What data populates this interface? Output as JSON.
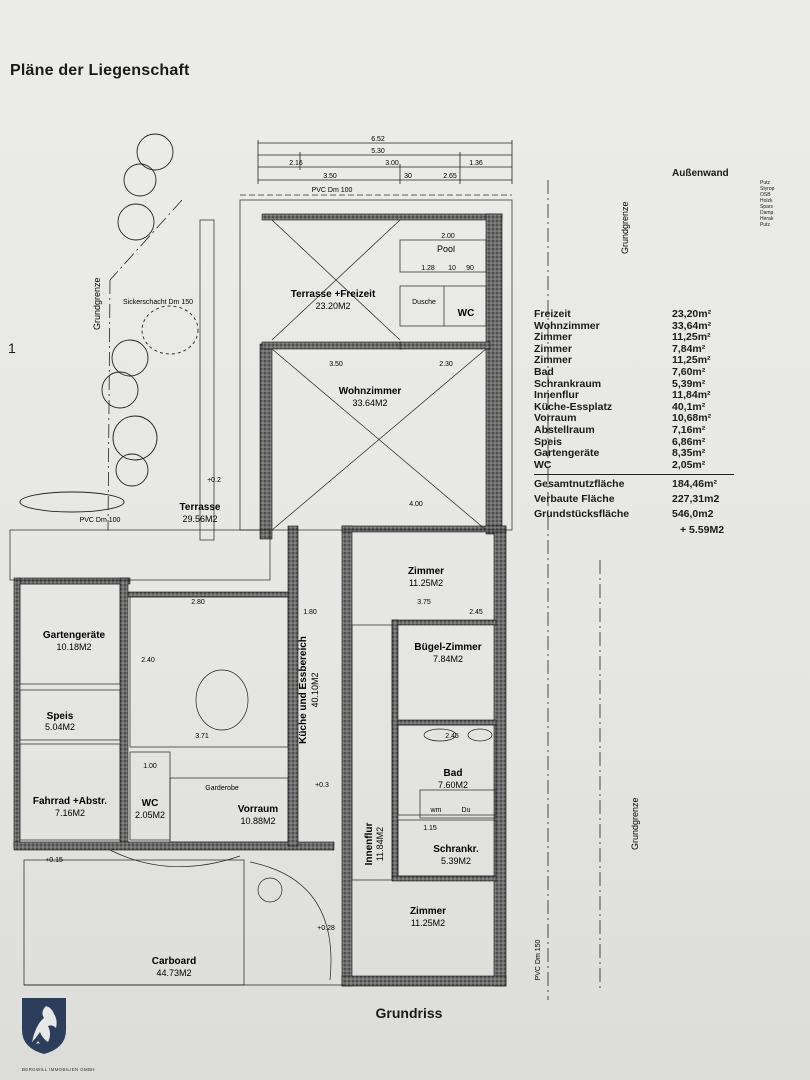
{
  "page": {
    "title": "Pläne der Liegenschaft",
    "margin_mark": "1",
    "caption": "Grundriss"
  },
  "legend": {
    "heading": "Außenwand",
    "items": [
      "Putz",
      "Styrop",
      "OSB",
      "Holzk",
      "Spars",
      "Damp",
      "Herak",
      "Putz"
    ]
  },
  "rooms": [
    {
      "name": "Terrasse +Freizeit",
      "area": "23.20M2"
    },
    {
      "name": "Wohnzimmer",
      "area": "33.64M2"
    },
    {
      "name": "Terrasse",
      "area": "29.56M2"
    },
    {
      "name": "Zimmer",
      "area": "11.25M2"
    },
    {
      "name": "Gartengeräte",
      "area": "10.18M2"
    },
    {
      "name": "Bügel-Zimmer",
      "area": "7.84M2"
    },
    {
      "name": "Speis",
      "area": "5.04M2"
    },
    {
      "name": "Küche und Essbereich",
      "area": "40.10M2"
    },
    {
      "name": "Bad",
      "area": "7.60M2"
    },
    {
      "name": "Fahrrad +Abstr.",
      "area": "7.16M2"
    },
    {
      "name": "WC",
      "area": "2.05M2"
    },
    {
      "name": "Vorraum",
      "area": "10.88M2"
    },
    {
      "name": "Innenflur",
      "area": "11.84M2"
    },
    {
      "name": "Schrankr.",
      "area": "5.39M2"
    },
    {
      "name": "Zimmer",
      "area": "11.25M2"
    },
    {
      "name": "Carboard",
      "area": "44.73M2"
    }
  ],
  "small_labels": {
    "pool": "Pool",
    "dusche": "Dusche",
    "wc": "WC",
    "garderobe": "Garderobe",
    "wm": "wm",
    "du": "Du",
    "grundgrenze": "Grundgrenze",
    "sickerschacht": "Sickerschacht Dm 150",
    "pvc_top": "PVC Dm 100",
    "pvc_left": "PVC Dm 100",
    "pvc_bottom": "PVC Dm 150",
    "dim_top_1": "6.52",
    "dim_top_2": "5.30",
    "dim_top_3": "2.16",
    "dim_top_4": "3.00",
    "dim_top_5": "1.36",
    "dim_top_6": "3.50",
    "dim_top_7": "30",
    "dim_top_8": "2.65",
    "dim_wohn_1": "3.50",
    "dim_wohn_2": "2.30",
    "dim_wohn_3": "4.00",
    "dim_pool_1": "2.00",
    "dim_pool_2": "1.28",
    "dim_pool_3": "10",
    "dim_pool_4": "90",
    "dim_zim_1": "3.75",
    "dim_zim_2": "2.45",
    "dim_zim_3": "1.80",
    "dim_ku_1": "2.80",
    "dim_ku_2": "2.40",
    "dim_ku_3": "3.71",
    "dim_bad": "2.45",
    "dim_schrank": "1.15",
    "dim_vorr": "1.00",
    "level_1": "+0.2",
    "level_2": "+0.3",
    "level_3": "+0.15",
    "level_4": "+0.28"
  },
  "area_table": {
    "rows": [
      {
        "label": "Freizeit",
        "value": "23,20m²"
      },
      {
        "label": "Wohnzimmer",
        "value": "33,64m²"
      },
      {
        "label": "Zimmer",
        "value": "11,25m²"
      },
      {
        "label": "Zimmer",
        "value": "7,84m²"
      },
      {
        "label": "Zimmer",
        "value": "11,25m²"
      },
      {
        "label": "Bad",
        "value": "7,60m²"
      },
      {
        "label": "Schrankraum",
        "value": "5,39m²"
      },
      {
        "label": "Innenflur",
        "value": "11,84m²"
      },
      {
        "label": "Küche-Essplatz",
        "value": "40,1m²"
      },
      {
        "label": "Vorraum",
        "value": "10,68m²"
      },
      {
        "label": "Abstellraum",
        "value": "7,16m²"
      },
      {
        "label": "Speis",
        "value": "6,86m²"
      },
      {
        "label": "Gartengeräte",
        "value": "8,35m²"
      },
      {
        "label": "WC",
        "value": "2,05m²"
      }
    ],
    "totals": [
      {
        "label": "Gesamtnutzfläche",
        "value": "184,46m²"
      },
      {
        "label": "Verbaute Fläche",
        "value": "227,31m2"
      },
      {
        "label": "Grundstücksfläche",
        "value": "546,0m2"
      }
    ],
    "extra": "+ 5.59M2"
  },
  "logo": {
    "text": "BERGWILL IMMOBILIEN GMBH"
  }
}
